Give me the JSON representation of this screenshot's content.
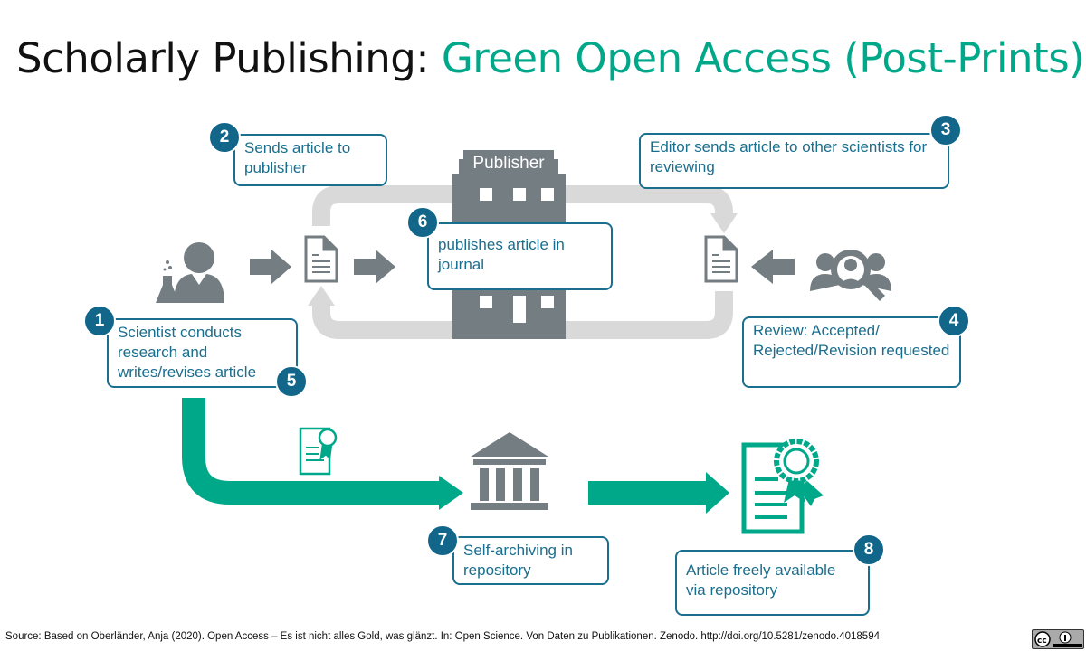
{
  "title": {
    "part1": "Scholarly Publishing: ",
    "part2": "Green Open Access (Post-Prints)"
  },
  "colors": {
    "accent_green": "#00a88a",
    "box_blue": "#1a6e8e",
    "badge_blue": "#12668a",
    "icon_gray": "#747d82",
    "loop_gray": "#d9d9d9"
  },
  "publisher_label": "Publisher",
  "steps": [
    {
      "num": "1",
      "text": "Scientist conducts research and writes/revises article"
    },
    {
      "num": "2",
      "text": "Sends article to publisher"
    },
    {
      "num": "3",
      "text": "Editor sends article to other scientists for reviewing"
    },
    {
      "num": "4",
      "text": "Review: Accepted/ Rejected/Revision requested"
    },
    {
      "num": "5"
    },
    {
      "num": "6",
      "text": "publishes article in journal"
    },
    {
      "num": "7",
      "text": "Self-archiving in repository"
    },
    {
      "num": "8",
      "text": "Article freely available via repository"
    }
  ],
  "icons": [
    "scientist-icon",
    "document-icon",
    "publisher-building-icon",
    "reviewers-magnifier-icon",
    "certificate-icon",
    "repository-bank-icon",
    "cc-by-license-icon"
  ],
  "source": "Source: Based on Oberländer, Anja (2020). Open Access – Es ist nicht alles Gold, was glänzt. In: Open Science. Von Daten zu Publikationen. Zenodo. http://doi.org/10.5281/zenodo.4018594"
}
